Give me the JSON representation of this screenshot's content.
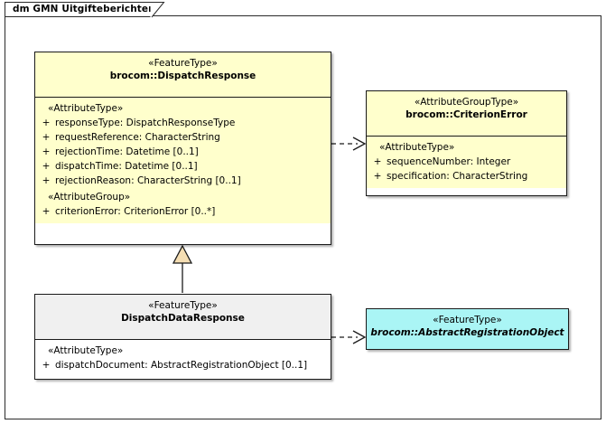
{
  "diagram": {
    "tab_label": "dm GMN Uitgifteberichten",
    "colors": {
      "class_fill_yellow": "#FFFFCC",
      "class_fill_cyan": "#AAF5F5",
      "class_head_grey": "#F0F0F0",
      "class_body_white": "#FFFFFF",
      "border": "#1A1A1A",
      "generalization_fill": "#F5DEB3"
    }
  },
  "classes": {
    "dispatch_response": {
      "stereotype": "«FeatureType»",
      "name": "brocom::DispatchResponse",
      "groups": [
        {
          "label": "«AttributeType»",
          "attributes": [
            {
              "visibility": "+",
              "signature": "responseType: DispatchResponseType"
            },
            {
              "visibility": "+",
              "signature": "requestReference: CharacterString"
            },
            {
              "visibility": "+",
              "signature": "rejectionTime: Datetime [0..1]"
            },
            {
              "visibility": "+",
              "signature": "dispatchTime: Datetime [0..1]"
            },
            {
              "visibility": "+",
              "signature": "rejectionReason: CharacterString [0..1]"
            }
          ]
        },
        {
          "label": "«AttributeGroup»",
          "attributes": [
            {
              "visibility": "+",
              "signature": "criterionError: CriterionError [0..*]"
            }
          ]
        }
      ]
    },
    "criterion_error": {
      "stereotype": "«AttributeGroupType»",
      "name": "brocom::CriterionError",
      "groups": [
        {
          "label": "«AttributeType»",
          "attributes": [
            {
              "visibility": "+",
              "signature": "sequenceNumber: Integer"
            },
            {
              "visibility": "+",
              "signature": "specification: CharacterString"
            }
          ]
        }
      ]
    },
    "dispatch_data_response": {
      "stereotype": "«FeatureType»",
      "name": "DispatchDataResponse",
      "groups": [
        {
          "label": "«AttributeType»",
          "attributes": [
            {
              "visibility": "+",
              "signature": "dispatchDocument: AbstractRegistrationObject [0..1]"
            }
          ]
        }
      ]
    },
    "abstract_registration_object": {
      "stereotype": "«FeatureType»",
      "name": "brocom::AbstractRegistrationObject"
    }
  },
  "connectors": [
    {
      "name": "dependency-dispatchresponse-to-criterionerror",
      "type": "dependency"
    },
    {
      "name": "generalization-dispatchdataresponse-to-dispatchresponse",
      "type": "generalization"
    },
    {
      "name": "dependency-dispatchdataresponse-to-abstractregistrationobject",
      "type": "dependency"
    }
  ]
}
